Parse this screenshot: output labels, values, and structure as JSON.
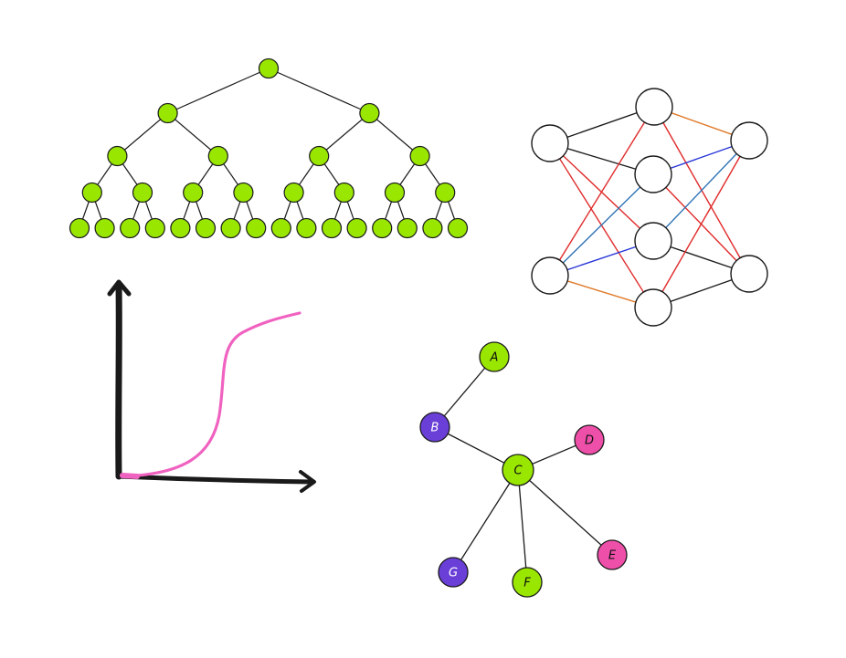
{
  "colors": {
    "tree_node": "#99e600",
    "graph_green": "#99e600",
    "graph_purple": "#6a3fd8",
    "graph_pink": "#ee4fa9",
    "curve": "#f062c0",
    "stroke": "#1a1a1a",
    "nn_red": "#e02a2a",
    "nn_blue": "#2433d6",
    "nn_steel": "#2f73b5",
    "nn_orange": "#e07a2a",
    "nn_black": "#1a1a1a"
  },
  "binary_tree": {
    "depth": 5,
    "node_count": 31
  },
  "neural_network": {
    "layers": [
      2,
      4,
      2
    ],
    "connections": [
      {
        "from": [
          0,
          0
        ],
        "to": [
          1,
          0
        ],
        "color": "nn_black"
      },
      {
        "from": [
          0,
          0
        ],
        "to": [
          1,
          1
        ],
        "color": "nn_black"
      },
      {
        "from": [
          0,
          0
        ],
        "to": [
          1,
          2
        ],
        "color": "nn_red"
      },
      {
        "from": [
          0,
          0
        ],
        "to": [
          1,
          3
        ],
        "color": "nn_red"
      },
      {
        "from": [
          0,
          1
        ],
        "to": [
          1,
          0
        ],
        "color": "nn_red"
      },
      {
        "from": [
          0,
          1
        ],
        "to": [
          1,
          1
        ],
        "color": "nn_steel"
      },
      {
        "from": [
          0,
          1
        ],
        "to": [
          1,
          2
        ],
        "color": "nn_blue"
      },
      {
        "from": [
          0,
          1
        ],
        "to": [
          1,
          3
        ],
        "color": "nn_orange"
      },
      {
        "from": [
          1,
          0
        ],
        "to": [
          2,
          0
        ],
        "color": "nn_orange"
      },
      {
        "from": [
          1,
          0
        ],
        "to": [
          2,
          1
        ],
        "color": "nn_red"
      },
      {
        "from": [
          1,
          1
        ],
        "to": [
          2,
          0
        ],
        "color": "nn_blue"
      },
      {
        "from": [
          1,
          1
        ],
        "to": [
          2,
          1
        ],
        "color": "nn_red"
      },
      {
        "from": [
          1,
          2
        ],
        "to": [
          2,
          0
        ],
        "color": "nn_steel"
      },
      {
        "from": [
          1,
          2
        ],
        "to": [
          2,
          1
        ],
        "color": "nn_black"
      },
      {
        "from": [
          1,
          3
        ],
        "to": [
          2,
          0
        ],
        "color": "nn_red"
      },
      {
        "from": [
          1,
          3
        ],
        "to": [
          2,
          1
        ],
        "color": "nn_black"
      }
    ]
  },
  "graph": {
    "nodes": [
      {
        "id": "A",
        "label": "A",
        "color": "graph_green"
      },
      {
        "id": "B",
        "label": "B",
        "color": "graph_purple"
      },
      {
        "id": "C",
        "label": "C",
        "color": "graph_green"
      },
      {
        "id": "D",
        "label": "D",
        "color": "graph_pink"
      },
      {
        "id": "E",
        "label": "E",
        "color": "graph_pink"
      },
      {
        "id": "F",
        "label": "F",
        "color": "graph_green"
      },
      {
        "id": "G",
        "label": "G",
        "color": "graph_purple"
      }
    ],
    "edges": [
      [
        "A",
        "B"
      ],
      [
        "B",
        "C"
      ],
      [
        "C",
        "D"
      ],
      [
        "C",
        "E"
      ],
      [
        "C",
        "F"
      ],
      [
        "C",
        "G"
      ]
    ]
  },
  "curve_plot": {
    "shape": "sigmoid"
  }
}
